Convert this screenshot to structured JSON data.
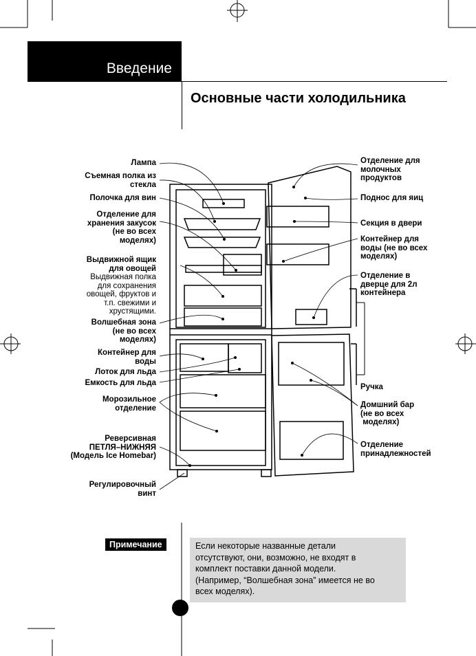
{
  "header": {
    "section": "Введение",
    "title": "Основные части холодильника"
  },
  "labels_left": [
    {
      "lines": [
        "Лампа"
      ]
    },
    {
      "lines": [
        "Съемная полка из",
        "стекла"
      ]
    },
    {
      "lines": [
        "Полочка для вин"
      ]
    },
    {
      "lines": [
        "Отделение для",
        "хранения закусок",
        "(не во всех",
        "моделях)"
      ]
    },
    {
      "lines": [
        "Выдвижной ящик",
        "для овощей"
      ],
      "sub": [
        "Выдвижная полка",
        "для сохранения",
        "овощей, фруктов и",
        "т.п. свежими и",
        "хрустящими."
      ]
    },
    {
      "lines": [
        "Волшебная зона",
        "(не во всех",
        "моделях)"
      ]
    },
    {
      "lines": [
        "Контейнер для",
        "воды"
      ]
    },
    {
      "lines": [
        "Лоток для льда"
      ]
    },
    {
      "lines": [
        "Емкость для льда"
      ]
    },
    {
      "lines": [
        "Морозильное",
        "отделение"
      ]
    },
    {
      "lines": [
        "Реверсивная",
        "ПЕТЛЯ–НИЖНЯЯ",
        "(Модель Ice Homebar)"
      ]
    },
    {
      "lines": [
        "Регулировочный",
        "винт"
      ]
    }
  ],
  "labels_right": [
    {
      "lines": [
        "Отделение для",
        "молочных",
        "продуктов"
      ]
    },
    {
      "lines": [
        "Поднос для яиц"
      ]
    },
    {
      "lines": [
        "Секция в двери"
      ]
    },
    {
      "lines": [
        "Контейнер для",
        "воды (не во всех",
        "моделях)"
      ]
    },
    {
      "lines": [
        "Отделение в",
        "дверце для 2л",
        "контейнера"
      ]
    },
    {
      "lines": [
        "Ручка"
      ]
    },
    {
      "lines": [
        "Домшний бар",
        "(не во всех",
        " моделях)"
      ]
    },
    {
      "lines": [
        "Отделение",
        "принадлежностей"
      ]
    }
  ],
  "note": {
    "label": "Примечание",
    "lines": [
      "Если некоторые названные детали",
      "отсутствуют, они, возможно, не входят в",
      "комплект поставки данной модели.",
      "(Например, “Волшебная зона” имеется не во",
      "всех моделях)."
    ]
  }
}
